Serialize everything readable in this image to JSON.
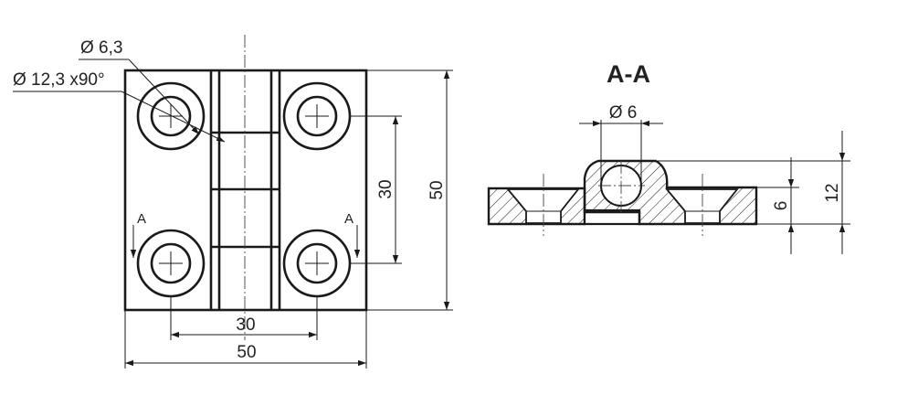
{
  "front_view": {
    "dia_hole_label": "Ø 6,3",
    "dia_countersink_label": "Ø 12,3 x90°",
    "hole_spacing_vertical_label": "30",
    "overall_height_label": "50",
    "hole_spacing_horizontal_label": "30",
    "overall_width_label": "50",
    "section_mark_left": "A",
    "section_mark_right": "A"
  },
  "section_view": {
    "title": "A-A",
    "pin_dia_label": "Ø 6",
    "thickness_label": "6",
    "knuckle_height_label": "12"
  }
}
